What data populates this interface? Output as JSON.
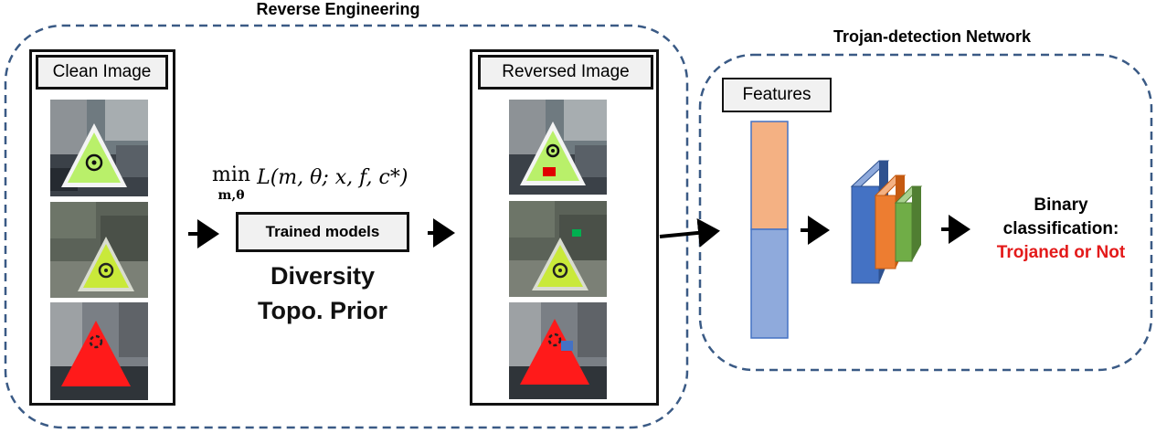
{
  "reverse_engineering": {
    "title": "Reverse Engineering",
    "clean_image_label": "Clean Image",
    "reversed_image_label": "Reversed Image",
    "trained_models_label": "Trained models",
    "diversity_label": "Diversity",
    "topo_prior_label": "Topo. Prior",
    "formula": {
      "op": "min",
      "sub": "m,θ",
      "body": "L(m, θ; x, f, c*)"
    }
  },
  "detection": {
    "title": "Trojan-detection Network",
    "features_label": "Features",
    "result_line1": "Binary",
    "result_line2": "classification:",
    "result_line3": "Trojaned or Not"
  },
  "colors": {
    "dash_border": "#3a5a85",
    "feature_top": "#f4b183",
    "feature_bottom": "#8faadc",
    "net_blue": "#4472c4",
    "net_orange": "#ed7d31",
    "net_green": "#70ad47",
    "result_red": "#e31a1a",
    "trigger_red": "#e00000",
    "trigger_green": "#00b050",
    "trigger_blue": "#4472c4"
  }
}
